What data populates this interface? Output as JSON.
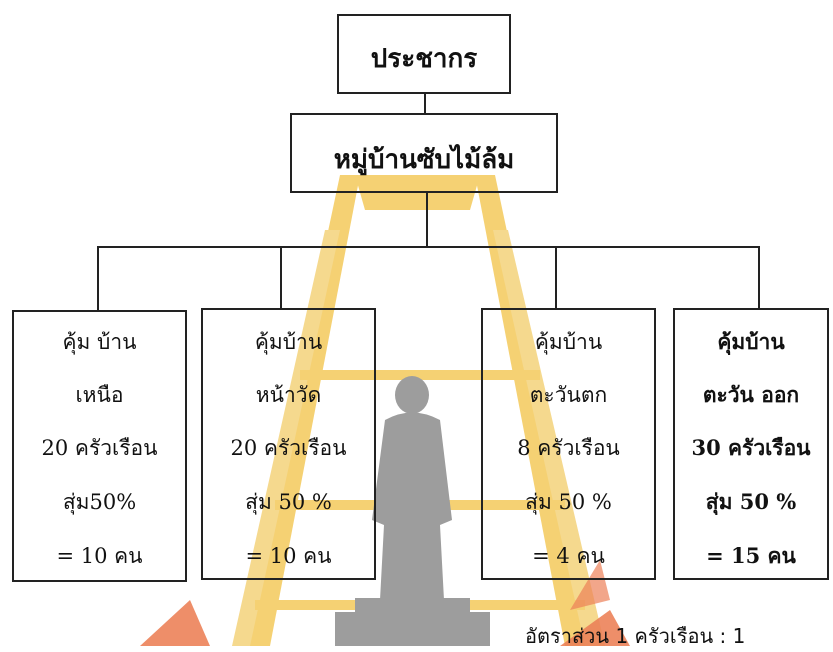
{
  "diagram": {
    "root": {
      "label": "ประชากร"
    },
    "village": {
      "label": "หมู่บ้านซับไม้ล้ม"
    },
    "groups": [
      {
        "lines": [
          "คุ้ม บ้าน",
          "เหนือ",
          "20 ครัวเรือน",
          "สุ่ม50%",
          "= 10 คน"
        ],
        "bold": [
          false,
          false,
          false,
          false,
          false
        ]
      },
      {
        "lines": [
          "คุ้มบ้าน",
          "หน้าวัด",
          "20 ครัวเรือน",
          "สุ่ม 50 %",
          "= 10 คน"
        ],
        "bold": [
          false,
          false,
          false,
          false,
          false
        ]
      },
      {
        "lines": [
          "คุ้มบ้าน",
          "ตะวันตก",
          "8 ครัวเรือน",
          "สุ่ม 50 %",
          "= 4 คน"
        ],
        "bold": [
          false,
          false,
          false,
          false,
          false
        ]
      },
      {
        "lines": [
          "คุ้มบ้าน",
          "ตะวัน ออก",
          "30 ครัวเรือน",
          "สุ่ม 50 %",
          "=  15 คน"
        ],
        "bold": [
          true,
          true,
          true,
          true,
          true
        ]
      }
    ],
    "ratio_note": "อัตราส่วน   1 ครัวเรือน : 1"
  },
  "watermark": {
    "color_primary": "#f0c040",
    "color_secondary": "#e86a3a",
    "color_figure": "#9a9a9a"
  }
}
